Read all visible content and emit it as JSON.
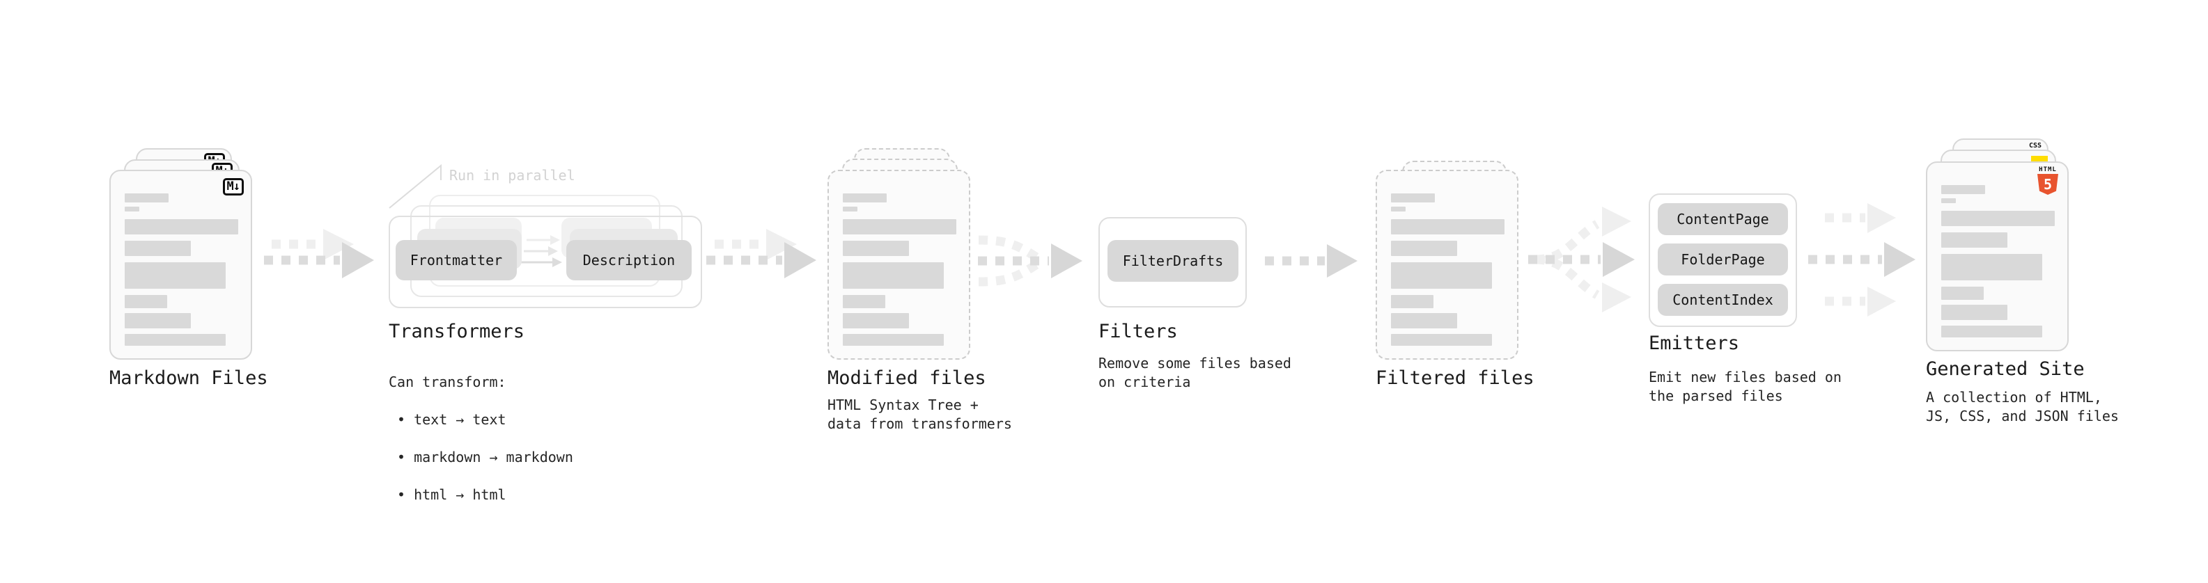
{
  "nodes": {
    "markdown_files": {
      "label": "Markdown Files",
      "badge": "M↓"
    },
    "transformers": {
      "label": "Transformers",
      "annotation": "Run in parallel",
      "chip_left": "Frontmatter",
      "chip_right": "Description",
      "body_title": "Can transform:",
      "bullets": [
        "• text → text",
        "• markdown → markdown",
        "• html → html"
      ]
    },
    "modified_files": {
      "label": "Modified files",
      "sublabel": "HTML Syntax Tree +\ndata from transformers"
    },
    "filters": {
      "label": "Filters",
      "chip": "FilterDrafts",
      "sublabel": "Remove some files based\non criteria"
    },
    "filtered_files": {
      "label": "Filtered files"
    },
    "emitters": {
      "label": "Emitters",
      "chips": [
        "ContentPage",
        "FolderPage",
        "ContentIndex"
      ],
      "sublabel": "Emit new files based on\nthe parsed files"
    },
    "generated_site": {
      "label": "Generated Site",
      "sublabel": "A collection of HTML,\nJS, CSS, and JSON files",
      "badge_css": "CSS",
      "badge_html_word": "HTML",
      "badge_html_number": "5"
    }
  },
  "colors": {
    "arrow_dark": "#dcdcdc",
    "arrow_light": "#efefef",
    "doc_border": "#d7d7d7",
    "doc_fill": "#fafafa",
    "bar_fill": "#d9d9d9",
    "chip_fill": "#d8d8d8",
    "html5_orange": "#e8542f",
    "js_yellow": "#ffdd00",
    "css_blue": "#2b66f0",
    "annotation_gray": "#d2d2d2"
  }
}
